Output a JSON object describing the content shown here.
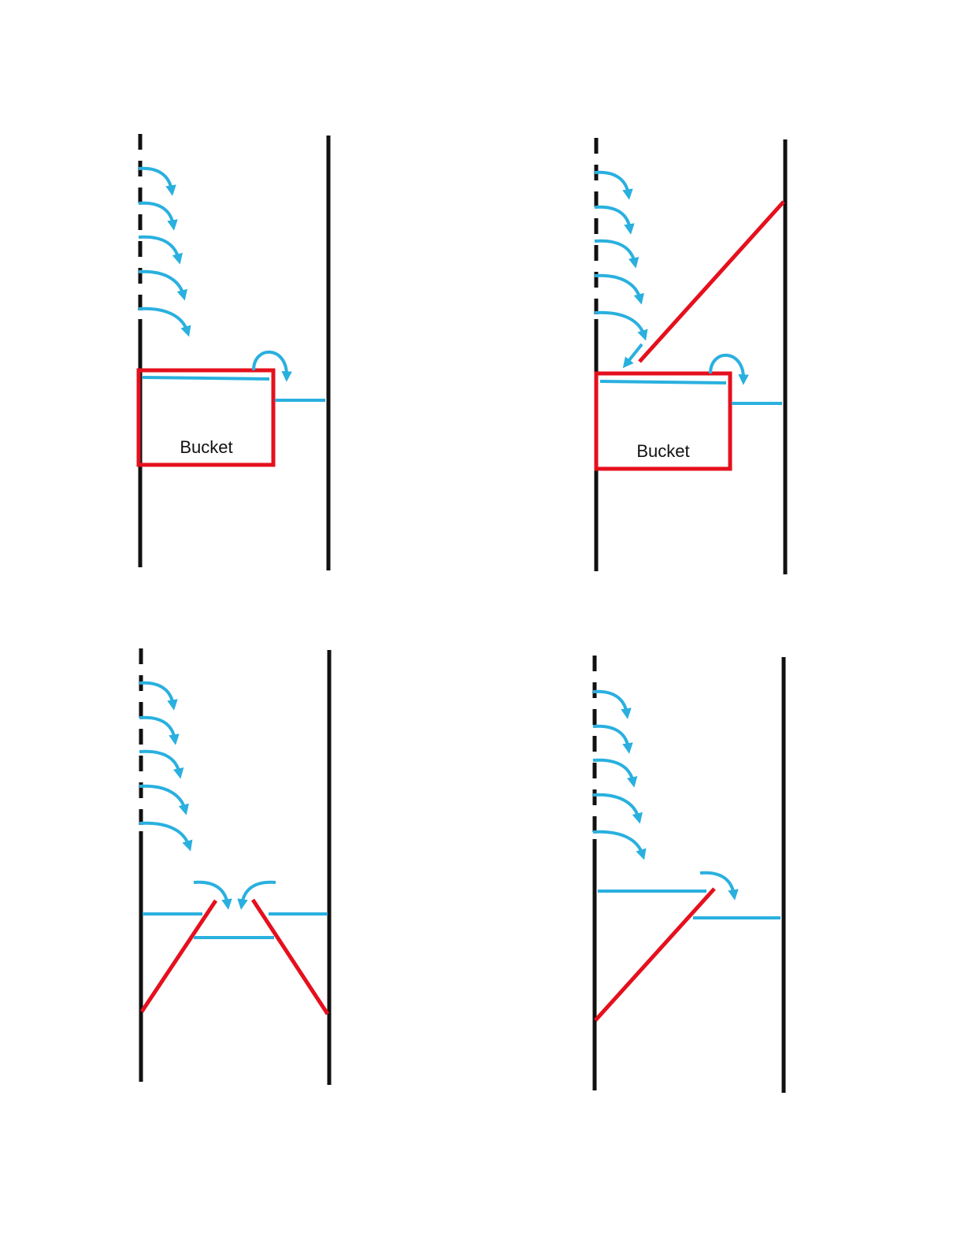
{
  "colors": {
    "wall": "#111111",
    "flow": "#29b0df",
    "red": "#e5101d",
    "background": "#ffffff"
  },
  "panels": [
    {
      "id": "top-left",
      "bucket_label": "Bucket"
    },
    {
      "id": "top-right",
      "bucket_label": "Bucket"
    },
    {
      "id": "bottom-left"
    },
    {
      "id": "bottom-right"
    }
  ],
  "icons": {
    "flow_arrow": "curved-arrow-icon",
    "overflow_arrow": "loop-arrow-icon"
  }
}
